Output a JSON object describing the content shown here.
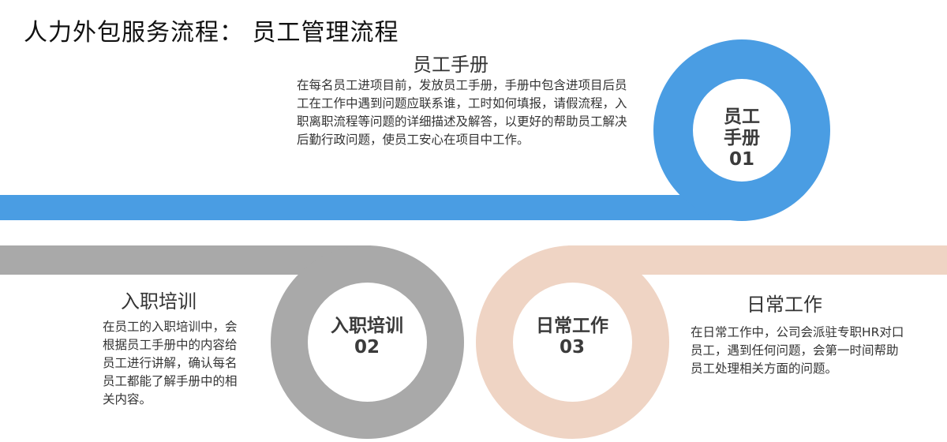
{
  "title": "人力外包服务流程： 员工管理流程",
  "colors": {
    "blue": "#4a9de3",
    "gray": "#a9a9a9",
    "peach": "#efd4c4"
  },
  "steps": [
    {
      "ring_line1": "员工",
      "ring_line2": "手册",
      "number": "01",
      "heading": "员工手册",
      "description": "在每名员工进项目前，发放员工手册，手册中包含进项目后员工在工作中遇到问题应联系谁，工时如何填报，请假流程，入职离职流程等问题的详细描述及解答，以更好的帮助员工解决后勤行政问题，使员工安心在项目中工作。"
    },
    {
      "ring_line1": "入职培训",
      "number": "02",
      "heading": "入职培训",
      "description": "在员工的入职培训中，会根据员工手册中的内容给员工进行讲解，确认每名员工都能了解手册中的相关内容。"
    },
    {
      "ring_line1": "日常工作",
      "number": "03",
      "heading": "日常工作",
      "description": "在日常工作中，公司会派驻专职HR对口员工，遇到任何问题，会第一时间帮助员工处理相关方面的问题。"
    }
  ]
}
